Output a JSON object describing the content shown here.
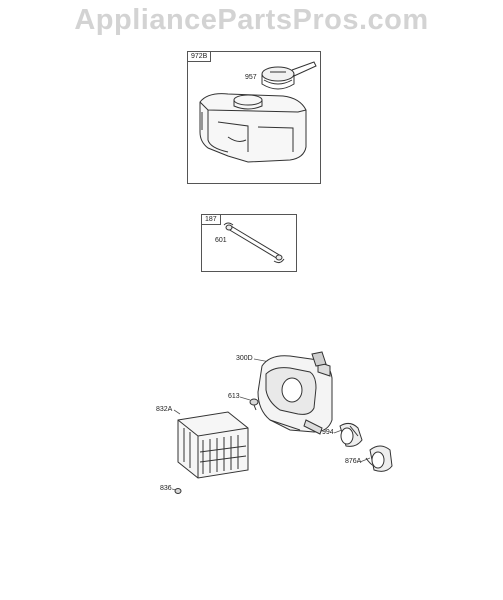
{
  "watermark": "AppliancePartsPros.com",
  "kits": [
    {
      "id": "972B",
      "parts": [
        "957"
      ]
    },
    {
      "id": "187",
      "parts": [
        "601"
      ]
    }
  ],
  "assembly_parts": [
    "300D",
    "613",
    "832A",
    "994",
    "876A",
    "836"
  ]
}
